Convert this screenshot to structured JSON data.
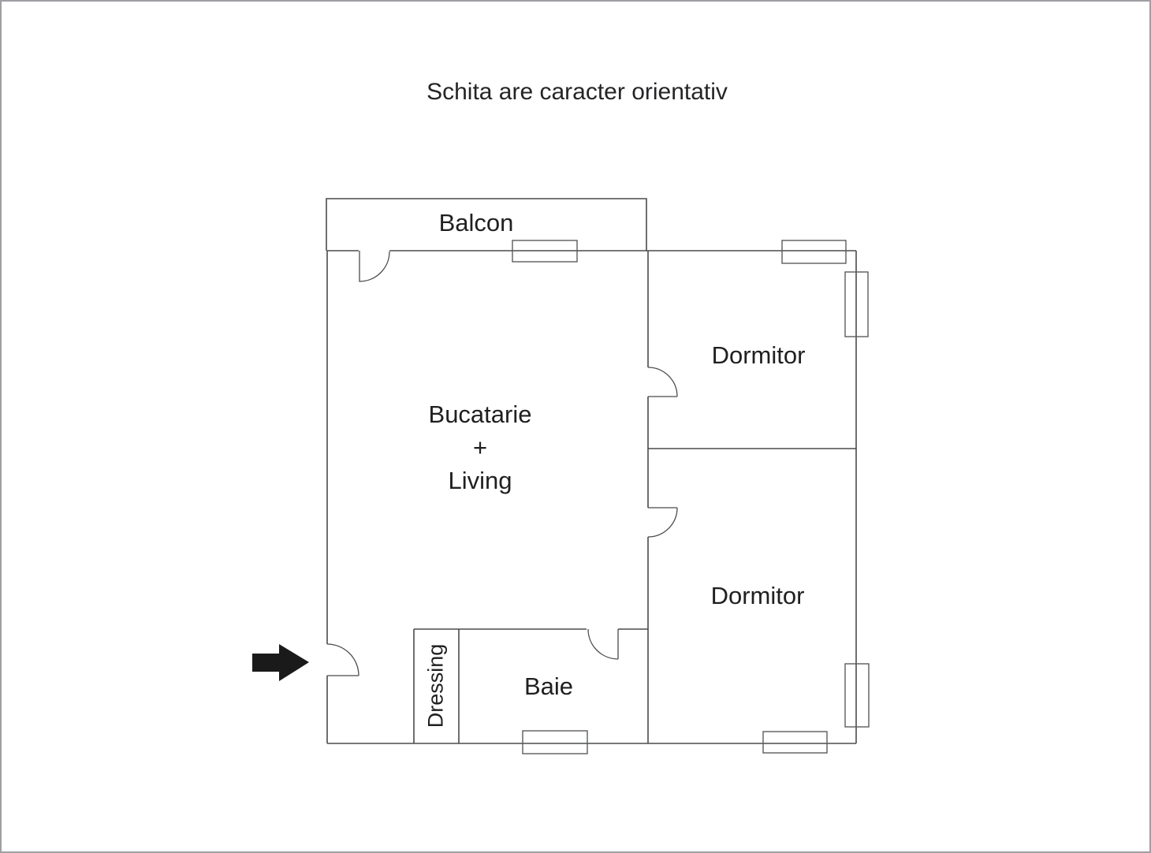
{
  "title": "Schita are caracter orientativ",
  "rooms": {
    "balcony": {
      "label": "Balcon"
    },
    "kitchen_living": {
      "line1": "Bucatarie",
      "line2": "+",
      "line3": "Living"
    },
    "bedroom_top": {
      "label": "Dormitor"
    },
    "bedroom_bottom": {
      "label": "Dormitor"
    },
    "bathroom": {
      "label": "Baie"
    },
    "dressing": {
      "label": "Dressing"
    }
  },
  "colors": {
    "wall_line": "#4a4b4d",
    "window_line": "#5b5c5e",
    "text": "#202022",
    "entrance_arrow": "#1a1a1a",
    "canvas_border": "#9d9fa2",
    "background": "#ffffff"
  }
}
